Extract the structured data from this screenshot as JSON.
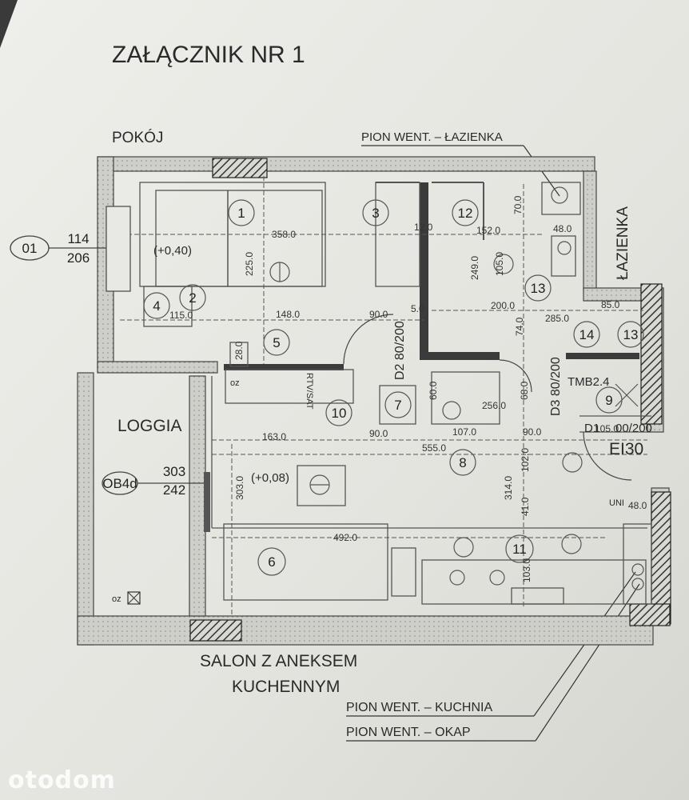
{
  "title": "ZAŁĄCZNIK NR 1",
  "room_labels": {
    "pokoj": "POKÓJ",
    "lazienka": "ŁAZIENKA",
    "loggia": "LOGGIA",
    "salon_line1": "SALON Z ANEKSEM",
    "salon_line2": "KUCHENNYM"
  },
  "callouts": {
    "pion_lazienka": "PION WENT. – ŁAZIENKA",
    "pion_kuchnia": "PION WENT. – KUCHNIA",
    "pion_okap": "PION WENT. – OKAP"
  },
  "window_tags": {
    "w1_id": "01",
    "w1_top": "114",
    "w1_bottom": "206",
    "w2_id": "OB4d",
    "w2_top": "303",
    "w2_bottom": "242"
  },
  "numbers": [
    "1",
    "2",
    "3",
    "4",
    "5",
    "6",
    "7",
    "8",
    "9",
    "10",
    "11",
    "12",
    "13",
    "13",
    "14"
  ],
  "dimensions": {
    "d358": "358.0",
    "d225": "225.0",
    "level1": "(+0,40)",
    "d148": "148.0",
    "d115": "115.0",
    "d90a": "90.0",
    "d5": "5.0",
    "d28": "28.0",
    "d12": "12.0",
    "d152": "152.0",
    "d249": "249.0",
    "d105": "105.0",
    "d70": "70.0",
    "d48a": "48.0",
    "d200": "200.0",
    "d85": "85.0",
    "d285": "285.0",
    "d74": "74.0",
    "d60": "60.0",
    "d68": "68.0",
    "d256": "256.0",
    "d107": "107.0",
    "d163": "163.0",
    "d90b": "90.0",
    "d90c": "90.0",
    "d105b": "105.0",
    "d555": "555.0",
    "d102": "102.0",
    "d314": "314.0",
    "d303": "303.0",
    "level2": "(+0,08)",
    "d492": "492.0",
    "d41": "41.0",
    "d103": "103.0",
    "d48b": "48.0"
  },
  "doors": {
    "d2": "D2 80/200",
    "d3": "D3 80/200",
    "d1": "D1",
    "d1_size": "00/200"
  },
  "tags": {
    "tmb": "TMB2.4",
    "ei": "EI30",
    "rtv": "RTV/SAT",
    "oz1": "oz",
    "oz2": "oz",
    "uni": "UNI"
  },
  "watermark": "otodom"
}
